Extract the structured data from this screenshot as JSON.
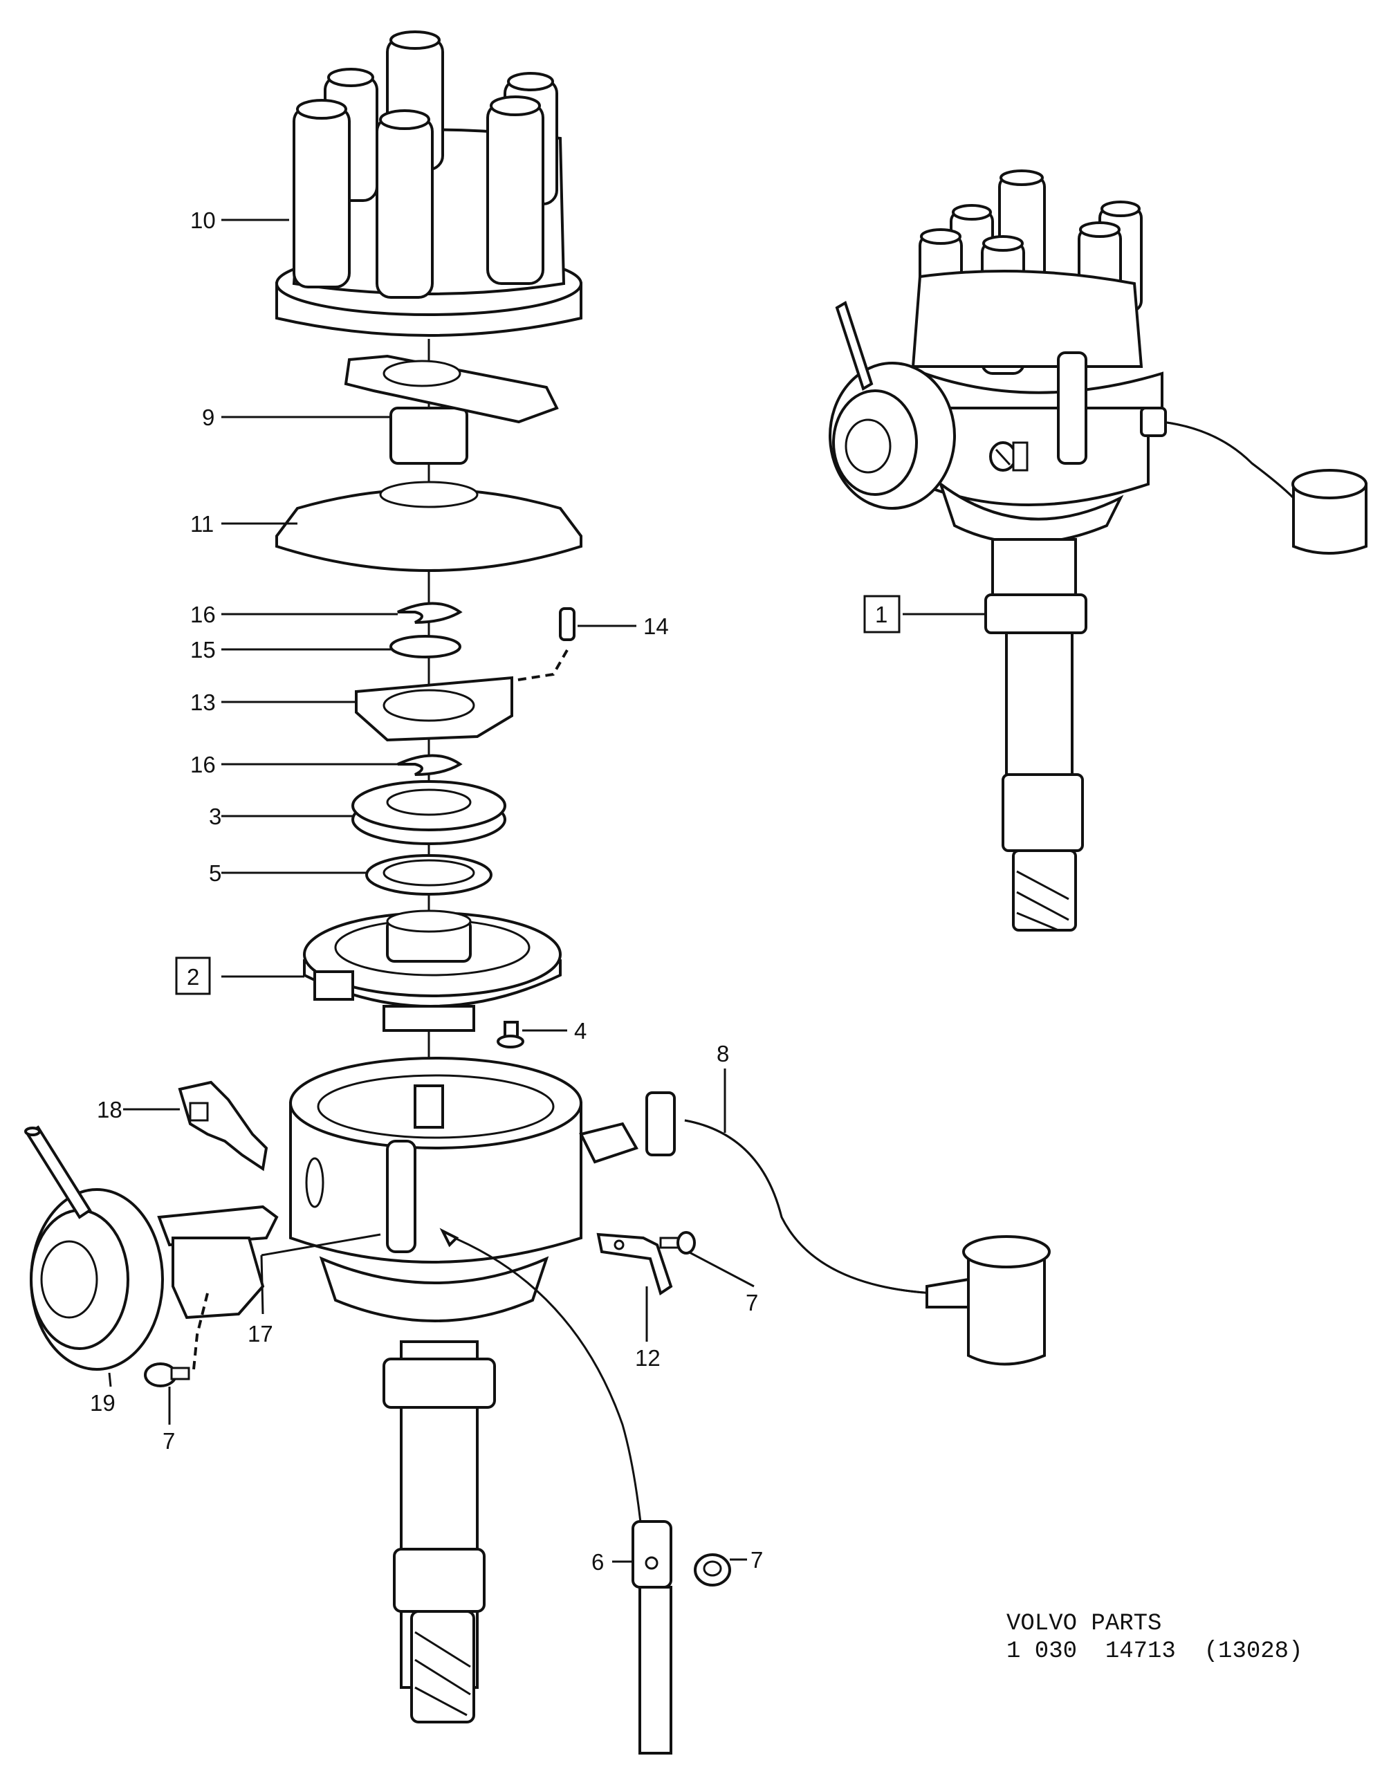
{
  "callouts": [
    {
      "id": "10",
      "text": "10"
    },
    {
      "id": "9",
      "text": "9"
    },
    {
      "id": "11",
      "text": "11"
    },
    {
      "id": "16a",
      "text": "16"
    },
    {
      "id": "15",
      "text": "15"
    },
    {
      "id": "14",
      "text": "14"
    },
    {
      "id": "13",
      "text": "13"
    },
    {
      "id": "16b",
      "text": "16"
    },
    {
      "id": "3",
      "text": "3"
    },
    {
      "id": "5",
      "text": "5"
    },
    {
      "id": "2",
      "text": "2"
    },
    {
      "id": "4",
      "text": "4"
    },
    {
      "id": "8",
      "text": "8"
    },
    {
      "id": "18",
      "text": "18"
    },
    {
      "id": "17",
      "text": "17"
    },
    {
      "id": "19",
      "text": "19"
    },
    {
      "id": "7a",
      "text": "7"
    },
    {
      "id": "7b",
      "text": "7"
    },
    {
      "id": "12",
      "text": "12"
    },
    {
      "id": "6",
      "text": "6"
    },
    {
      "id": "7c",
      "text": "7"
    },
    {
      "id": "1",
      "text": "1"
    }
  ],
  "footer": {
    "line1": "VOLVO PARTS",
    "line2": "1 030  14713  (13028)"
  }
}
